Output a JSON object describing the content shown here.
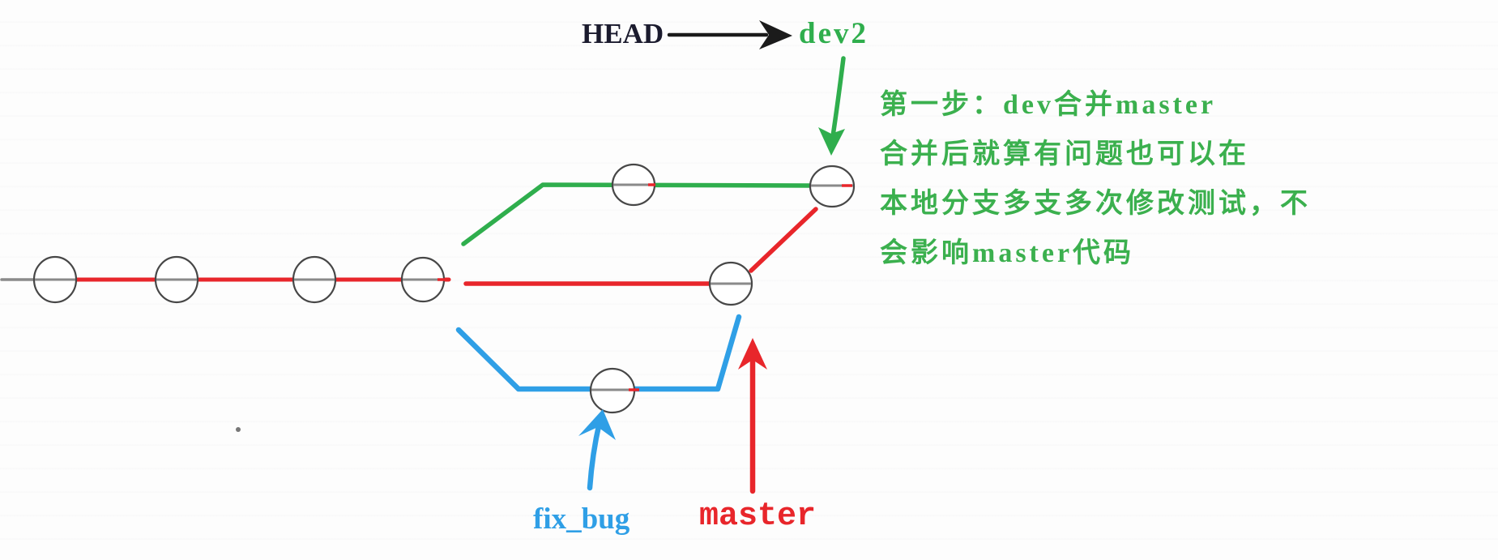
{
  "colors": {
    "red": "#e8262b",
    "green": "#2fae4d",
    "blue": "#2f9fe6",
    "arrow_black": "#1b1b1b",
    "head_text": "#1b1b2e",
    "node_fill": "#ffffff",
    "node_outline": "#474747",
    "strike_gray": "#8a8a8a",
    "lead_gray": "#8a8a8a",
    "speck_gray": "#777777"
  },
  "labels": {
    "head": "HEAD",
    "dev2": "dev2",
    "fix_bug": "fix_bug",
    "master": "master"
  },
  "annotation": {
    "lines": [
      "第一步：dev合并master",
      "合并后就算有问题也可以在",
      "本地分支多支多次修改测试，不",
      "会影响master代码"
    ]
  },
  "graph": {
    "total_commit_nodes": 8,
    "branches": [
      {
        "name": "trunk",
        "color_key": "red",
        "visible_nodes": 4
      },
      {
        "name": "dev2",
        "color_key": "green",
        "visible_nodes": 2
      },
      {
        "name": "master",
        "color_key": "red",
        "visible_nodes": 1
      },
      {
        "name": "fix_bug",
        "color_key": "blue",
        "visible_nodes": 1
      }
    ],
    "pointers": [
      {
        "from": "HEAD",
        "to": "dev2"
      },
      {
        "label": "dev2",
        "points_at": "merge-commit"
      },
      {
        "label": "fix_bug",
        "points_at": "fix-bug-commit"
      },
      {
        "label": "master",
        "points_at": "master-commit"
      }
    ]
  }
}
